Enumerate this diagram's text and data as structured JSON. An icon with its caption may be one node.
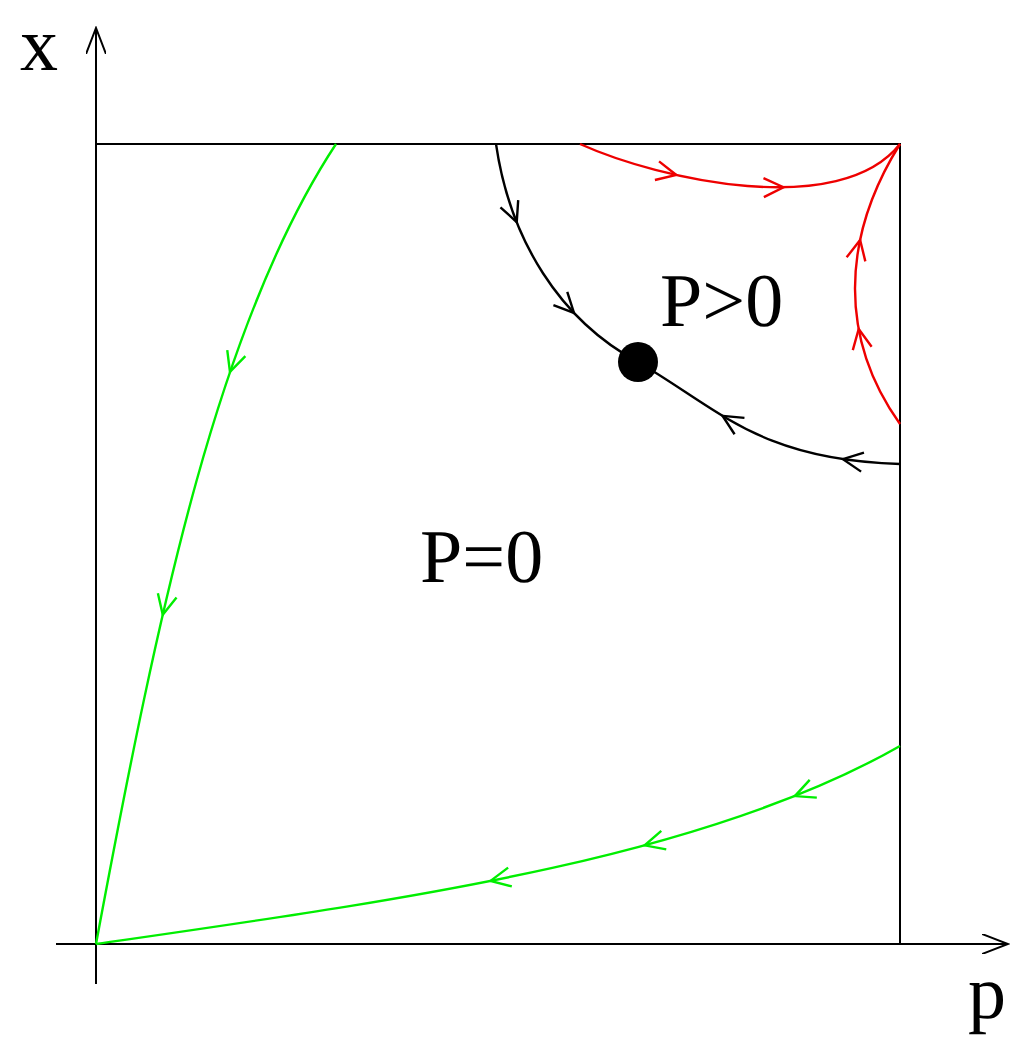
{
  "diagram": {
    "labels": [
      "x",
      "P>0",
      "P=0",
      "p"
    ]
  }
}
